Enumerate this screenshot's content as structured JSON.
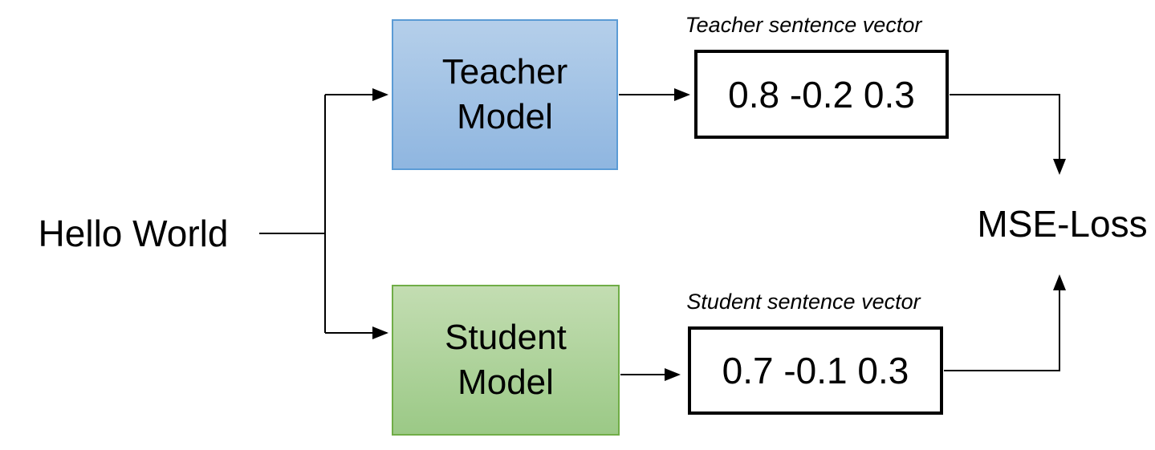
{
  "diagram": {
    "input_label": "Hello World",
    "teacher_model": {
      "label": "Teacher Model"
    },
    "student_model": {
      "label": "Student Model"
    },
    "teacher_vector": {
      "caption": "Teacher sentence vector",
      "values": "0.8 -0.2 0.3"
    },
    "student_vector": {
      "caption": "Student sentence vector",
      "values": "0.7 -0.1 0.3"
    },
    "loss_label": "MSE-Loss",
    "colors": {
      "teacher_fill_top": "#b5cfea",
      "teacher_fill_bottom": "#8fb6e0",
      "teacher_border": "#5b9bd5",
      "student_fill_top": "#c3ddb2",
      "student_fill_bottom": "#9bc986",
      "student_border": "#70ad47",
      "line": "#000000"
    }
  }
}
